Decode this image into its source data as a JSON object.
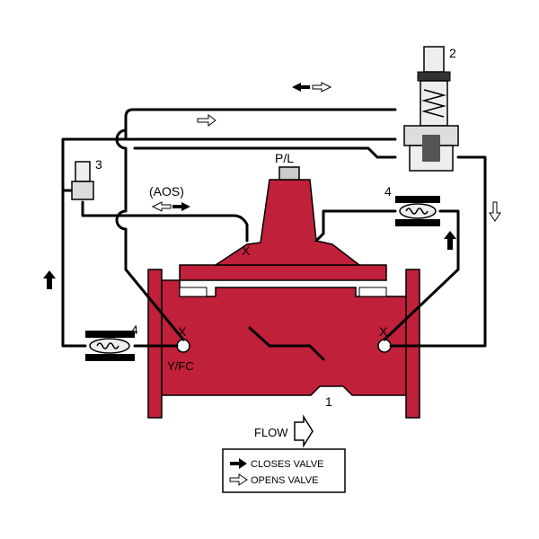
{
  "colors": {
    "valve_body": "#c0203a",
    "pipe": "#000000",
    "background": "#ffffff",
    "component_fill": "#eeeeee",
    "component_dark": "#333333"
  },
  "labels": {
    "pilot_number": "2",
    "needle_valve_number": "3",
    "strainer_number_top": "4",
    "strainer_number_bottom": "4",
    "main_valve_number": "1",
    "aos": "(AOS)",
    "pl": "P/L",
    "yfc": "Y/FC",
    "port_left": "X",
    "port_right": "X",
    "port_bonnet": "X",
    "flow": "FLOW"
  },
  "legend": {
    "closes": "CLOSES VALVE",
    "opens": "OPENS VALVE"
  },
  "icons": {
    "closes_arrow": "solid-arrow-icon",
    "opens_arrow": "hollow-arrow-icon",
    "flow_arrow": "hollow-flow-arrow-icon",
    "bidirectional": "double-arrow-icon"
  }
}
